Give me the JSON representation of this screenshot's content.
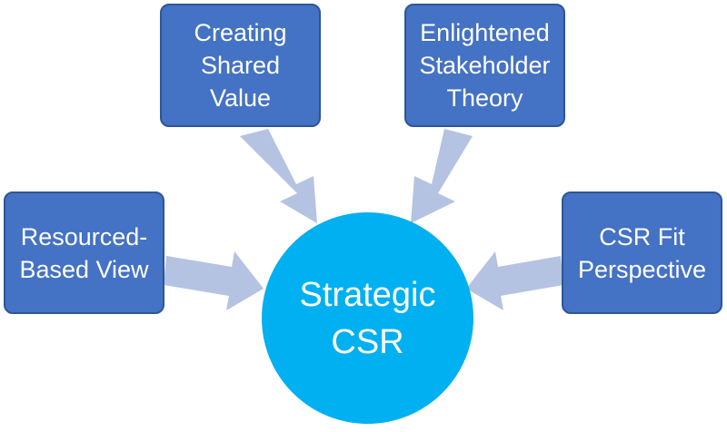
{
  "colors": {
    "box_fill": "#4472c4",
    "box_border": "#2f5597",
    "hub_fill": "#00b0f0",
    "arrow_fill": "#b4c3e1",
    "text": "#ffffff"
  },
  "center": {
    "label": "Strategic\nCSR"
  },
  "nodes": [
    {
      "id": "shared-value",
      "label": "Creating\nShared\nValue"
    },
    {
      "id": "stakeholder",
      "label": "Enlightened\nStakeholder\nTheory"
    },
    {
      "id": "resource-view",
      "label": "Resourced-\nBased View"
    },
    {
      "id": "csr-fit",
      "label": "CSR Fit\nPerspective"
    }
  ],
  "edges": [
    {
      "from": "shared-value",
      "to": "center"
    },
    {
      "from": "stakeholder",
      "to": "center"
    },
    {
      "from": "resource-view",
      "to": "center"
    },
    {
      "from": "csr-fit",
      "to": "center"
    }
  ]
}
